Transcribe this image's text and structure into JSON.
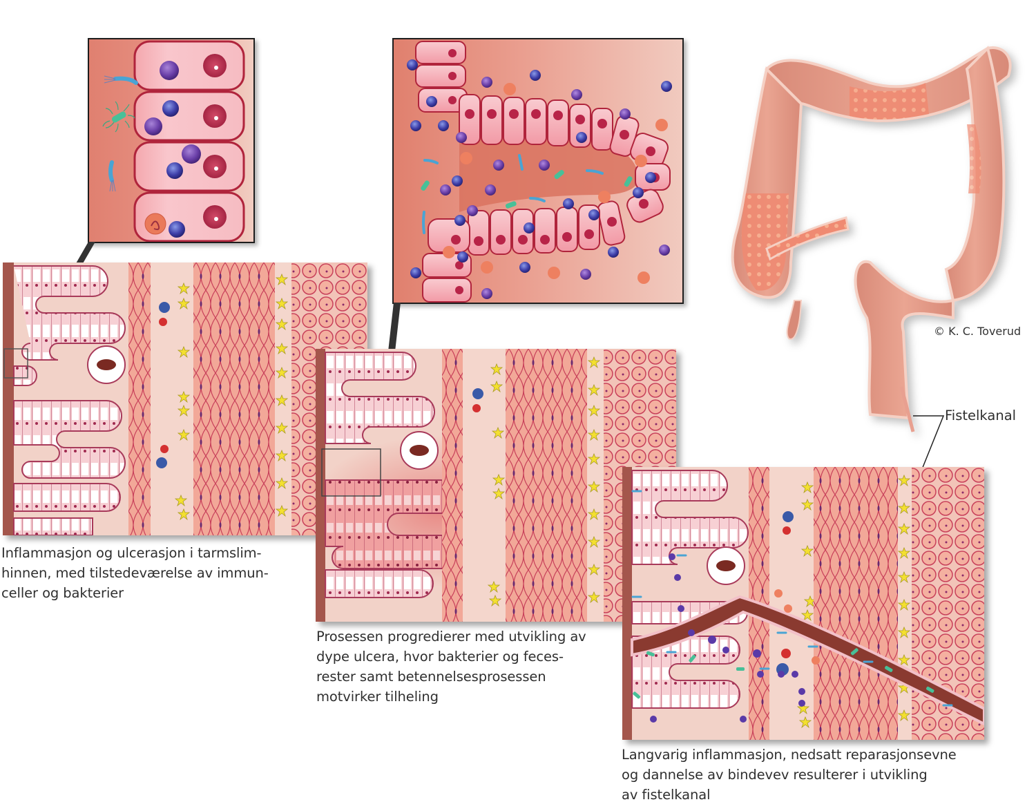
{
  "figure": {
    "panels": [
      {
        "id": "stage-1",
        "caption": "Inflammasjon og ulcerasjon i tarmslim-\nhinnen, med tilstedeværelse av immun-\nceller og bakterier"
      },
      {
        "id": "stage-2",
        "caption": "Prosessen progredierer med utvikling av\ndype ulcera, hvor bakterier og feces-\nrester samt betennelsesprosessen\nmotvirker tilheling"
      },
      {
        "id": "stage-3",
        "caption": "Langvarig inflammasjon, nedsatt reparasjonsevne\nog dannelse av bindevev resulterer i utvikling\nav fistelkanal"
      }
    ],
    "colon": {
      "label": "Fistelkanal",
      "copyright": "© K. C. Toverud"
    },
    "insets": [
      {
        "id": "inset-epithelium",
        "description": "epithelial cells with immune cells and bacteria"
      },
      {
        "id": "inset-ulcer",
        "description": "deep ulcer crypt with immune cells and bacteria"
      }
    ]
  },
  "colors": {
    "tissue_light": "#f2cfc6",
    "tissue_base": "#eebcb0",
    "muscle": "#f0a898",
    "muscle_lines": "#c8405a",
    "epithelium": "#f7c4cc",
    "epithelium_outline": "#b8324a",
    "lumen": "#a4564c",
    "inset_bg_left": "#e58a78",
    "inset_bg_right": "#f2c8bc",
    "immune_purple": "#6a3fa8",
    "immune_blue": "#3a4aa8",
    "bacteria_blue": "#5aa8d8",
    "bacteria_green": "#40b88a",
    "yellow_cells": "#f2e030",
    "colon": "#e49d8a",
    "colon_inflamed": "#ef7f66",
    "frame": "#1d1d1d"
  }
}
